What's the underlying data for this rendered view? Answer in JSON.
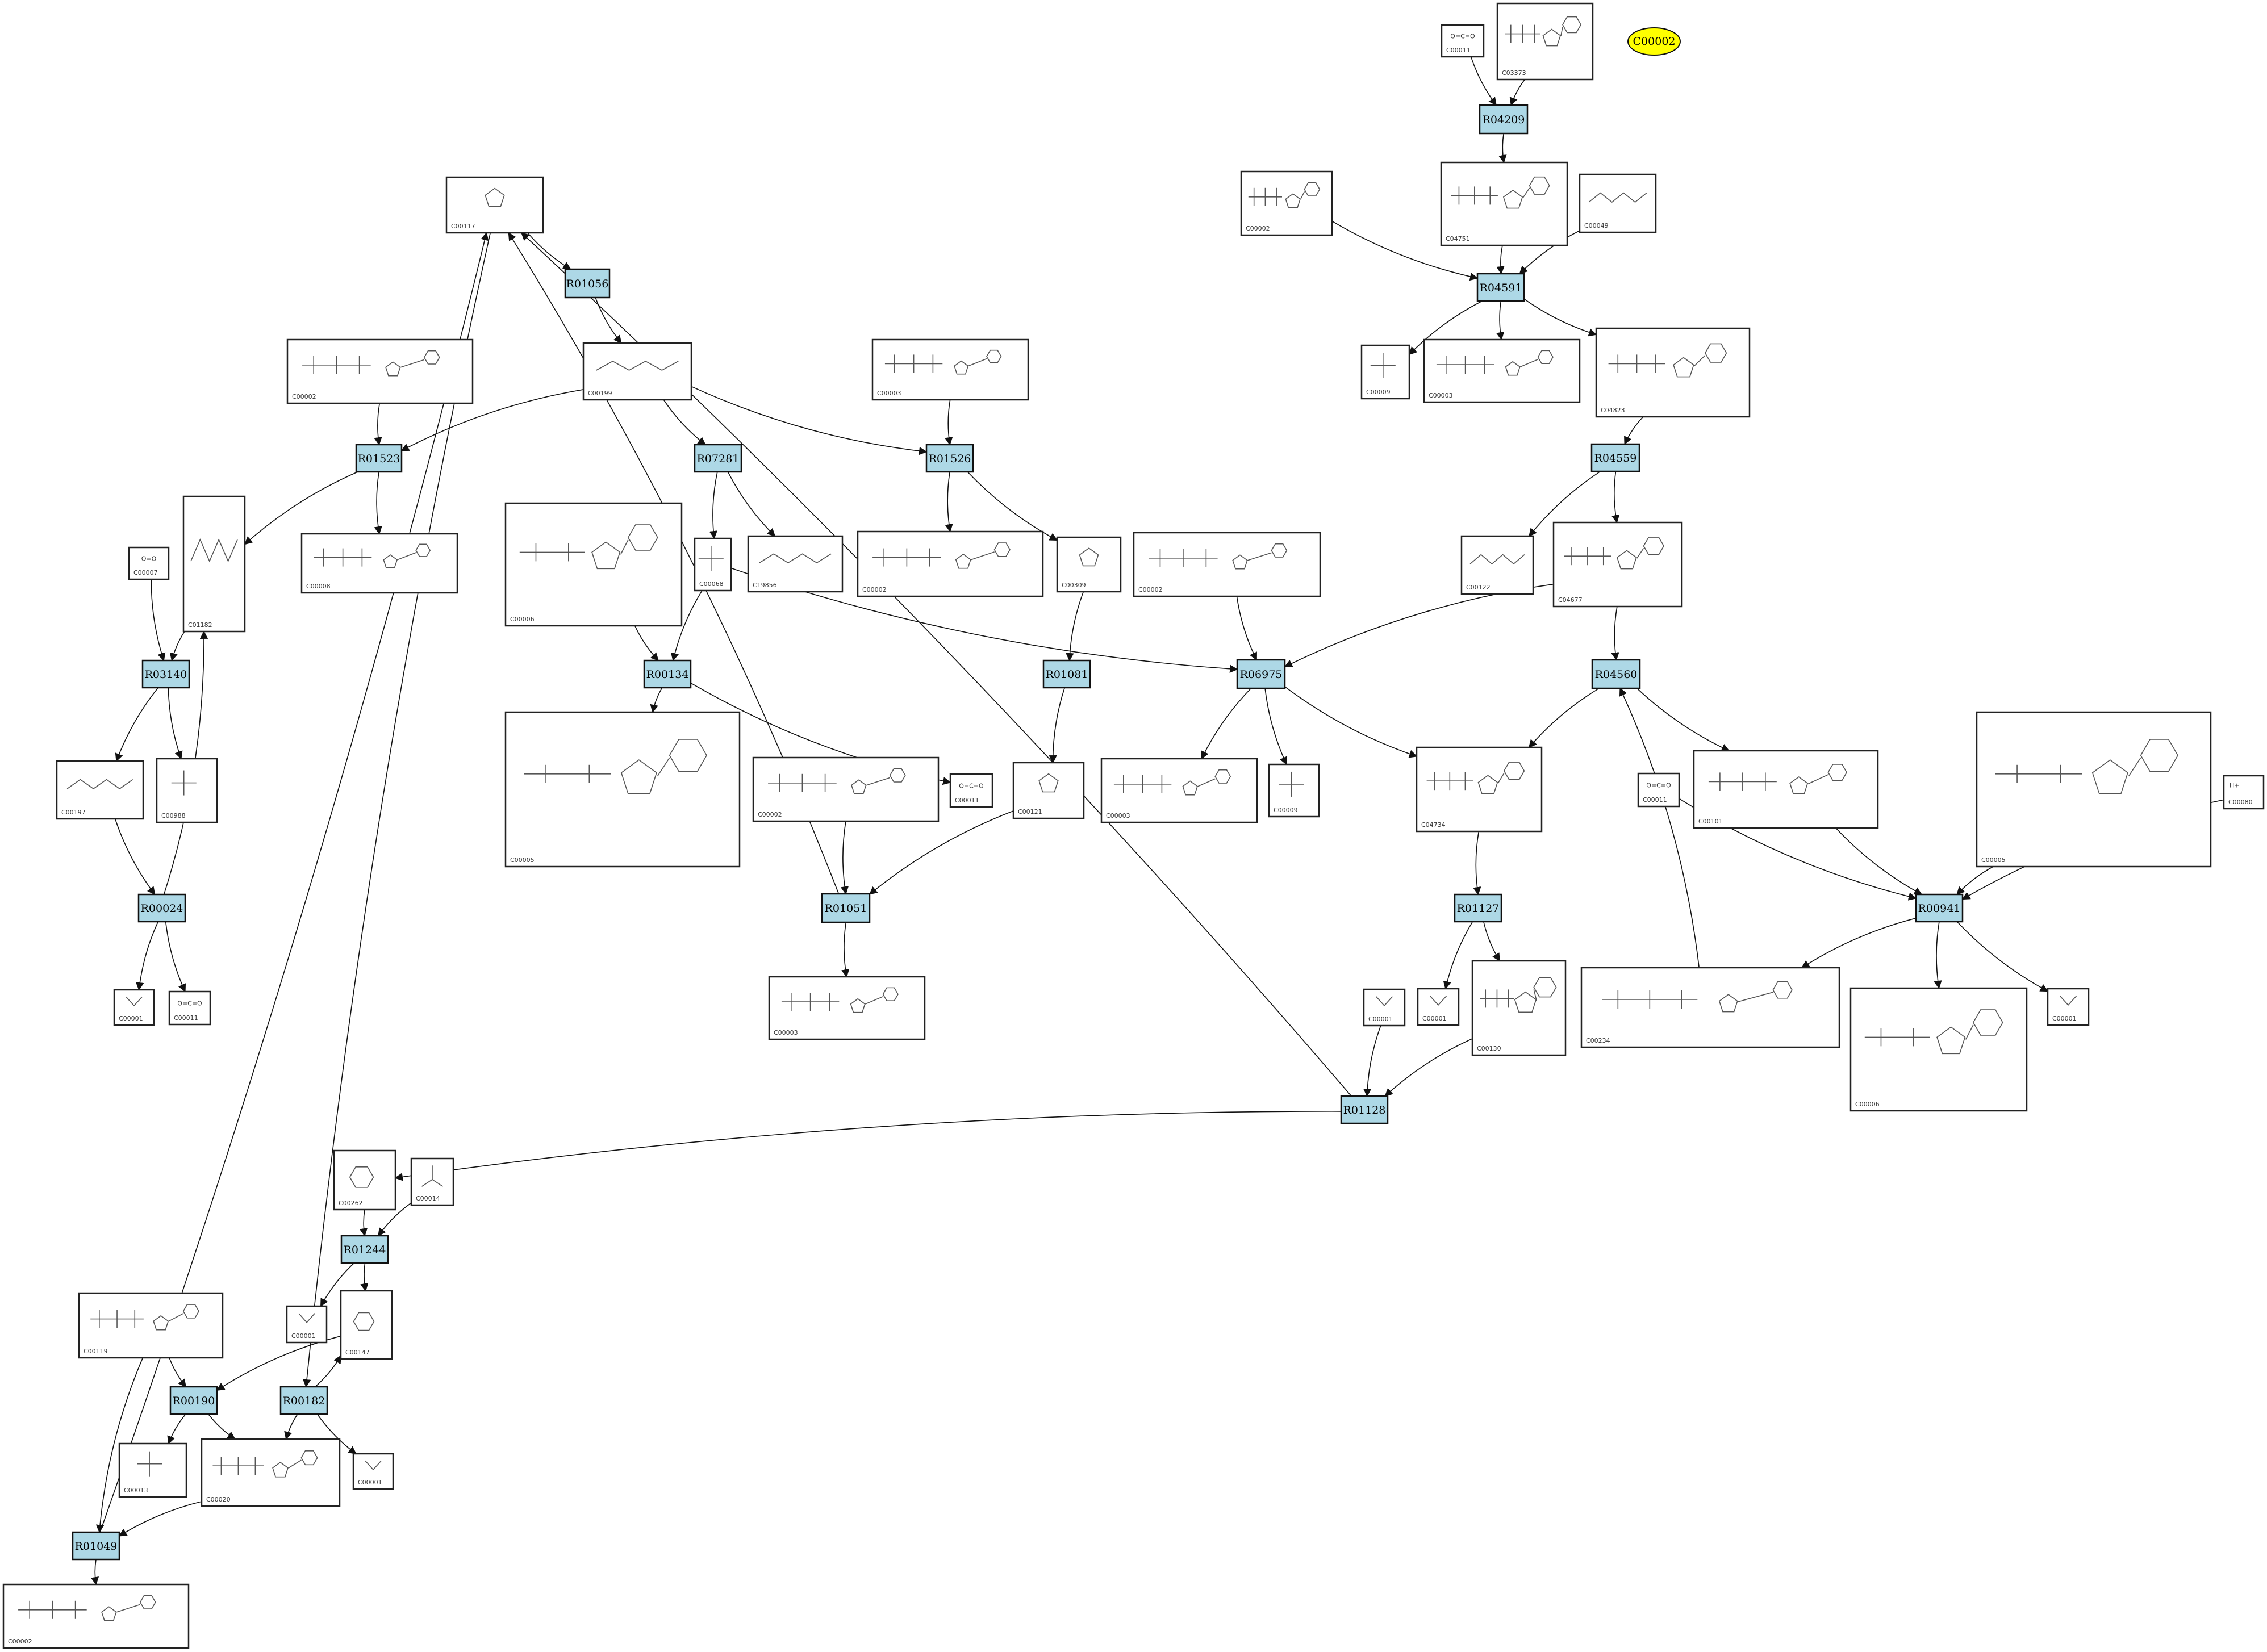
{
  "highlight": {
    "label": "C00002",
    "color": "#ffff00"
  },
  "colors": {
    "reaction_fill": "#add8e6",
    "compound_fill": "#ffffff",
    "edge": "#111111"
  },
  "compounds": [
    {
      "id": "c_C00011_a",
      "label": "C00011",
      "kind": "co2"
    },
    {
      "id": "c_C03373",
      "label": "C03373",
      "kind": "nuc"
    },
    {
      "id": "c_C00117",
      "label": "C00117",
      "kind": "sugar"
    },
    {
      "id": "c_C00002_a",
      "label": "C00002",
      "kind": "nuc"
    },
    {
      "id": "c_C04751",
      "label": "C04751",
      "kind": "nuc"
    },
    {
      "id": "c_C00049",
      "label": "C00049",
      "kind": "acid"
    },
    {
      "id": "c_C00199",
      "label": "C00199",
      "kind": "chain"
    },
    {
      "id": "c_C00002_b",
      "label": "C00002",
      "kind": "nuc"
    },
    {
      "id": "c_C00003_a",
      "label": "C00003",
      "kind": "nuc"
    },
    {
      "id": "c_C00009_a",
      "label": "C00009",
      "kind": "small"
    },
    {
      "id": "c_C00003_b",
      "label": "C00003",
      "kind": "nuc"
    },
    {
      "id": "c_C04823",
      "label": "C04823",
      "kind": "nuc"
    },
    {
      "id": "c_C01182",
      "label": "C01182",
      "kind": "chain"
    },
    {
      "id": "c_C00007",
      "label": "C00007",
      "kind": "o2"
    },
    {
      "id": "c_C00008_a",
      "label": "C00008",
      "kind": "nuc"
    },
    {
      "id": "c_C00006_a",
      "label": "C00006",
      "kind": "big"
    },
    {
      "id": "c_C00068",
      "label": "C00068",
      "kind": "small"
    },
    {
      "id": "c_C19856",
      "label": "C19856",
      "kind": "chain"
    },
    {
      "id": "c_C00002_c",
      "label": "C00002",
      "kind": "nuc"
    },
    {
      "id": "c_C00309",
      "label": "C00309",
      "kind": "sugar"
    },
    {
      "id": "c_C00002_d",
      "label": "C00002",
      "kind": "nuc"
    },
    {
      "id": "c_C00122",
      "label": "C00122",
      "kind": "acid"
    },
    {
      "id": "c_C04677",
      "label": "C04677",
      "kind": "nuc"
    },
    {
      "id": "c_C00197",
      "label": "C00197",
      "kind": "acid"
    },
    {
      "id": "c_C00988",
      "label": "C00988",
      "kind": "small"
    },
    {
      "id": "c_C00005_a",
      "label": "C00005",
      "kind": "big"
    },
    {
      "id": "c_C00011_b",
      "label": "C00011",
      "kind": "co2"
    },
    {
      "id": "c_C00002_e",
      "label": "C00002",
      "kind": "nuc"
    },
    {
      "id": "c_C00121",
      "label": "C00121",
      "kind": "sugar"
    },
    {
      "id": "c_C00003_c",
      "label": "C00003",
      "kind": "nuc"
    },
    {
      "id": "c_C00009_b",
      "label": "C00009",
      "kind": "small"
    },
    {
      "id": "c_C04734",
      "label": "C04734",
      "kind": "nuc"
    },
    {
      "id": "c_C00011_c",
      "label": "C00011",
      "kind": "co2"
    },
    {
      "id": "c_C00101",
      "label": "C00101",
      "kind": "folate"
    },
    {
      "id": "c_C00005_b",
      "label": "C00005",
      "kind": "big"
    },
    {
      "id": "c_C00080",
      "label": "C00080",
      "kind": "hplus",
      "text": "H+"
    },
    {
      "id": "c_C00001_a",
      "label": "C00001",
      "kind": "water"
    },
    {
      "id": "c_C00011_d",
      "label": "C00011",
      "kind": "co2"
    },
    {
      "id": "c_C00003_d",
      "label": "C00003",
      "kind": "nuc"
    },
    {
      "id": "c_C00001_b",
      "label": "C00001",
      "kind": "water"
    },
    {
      "id": "c_C00001_c",
      "label": "C00001",
      "kind": "water"
    },
    {
      "id": "c_C00130",
      "label": "C00130",
      "kind": "nuc"
    },
    {
      "id": "c_C00234",
      "label": "C00234",
      "kind": "folate"
    },
    {
      "id": "c_C00006_b",
      "label": "C00006",
      "kind": "big"
    },
    {
      "id": "c_C00001_d",
      "label": "C00001",
      "kind": "water"
    },
    {
      "id": "c_C00262",
      "label": "C00262",
      "kind": "base"
    },
    {
      "id": "c_C00014",
      "label": "C00014",
      "kind": "nh3"
    },
    {
      "id": "c_C00119",
      "label": "C00119",
      "kind": "nuc"
    },
    {
      "id": "c_C00001_e",
      "label": "C00001",
      "kind": "water"
    },
    {
      "id": "c_C00147",
      "label": "C00147",
      "kind": "base"
    },
    {
      "id": "c_C00013",
      "label": "C00013",
      "kind": "small"
    },
    {
      "id": "c_C00020",
      "label": "C00020",
      "kind": "nuc"
    },
    {
      "id": "c_C00001_f",
      "label": "C00001",
      "kind": "water"
    },
    {
      "id": "c_C00002_f",
      "label": "C00002",
      "kind": "nuc"
    }
  ],
  "reactions": [
    {
      "id": "r_R04209",
      "label": "R04209"
    },
    {
      "id": "r_R01056",
      "label": "R01056"
    },
    {
      "id": "r_R04591",
      "label": "R04591"
    },
    {
      "id": "r_R01523",
      "label": "R01523"
    },
    {
      "id": "r_R07281",
      "label": "R07281"
    },
    {
      "id": "r_R01526",
      "label": "R01526"
    },
    {
      "id": "r_R04559",
      "label": "R04559"
    },
    {
      "id": "r_R03140",
      "label": "R03140"
    },
    {
      "id": "r_R00134",
      "label": "R00134"
    },
    {
      "id": "r_R01081",
      "label": "R01081"
    },
    {
      "id": "r_R06975",
      "label": "R06975"
    },
    {
      "id": "r_R04560",
      "label": "R04560"
    },
    {
      "id": "r_R00024",
      "label": "R00024"
    },
    {
      "id": "r_R01051",
      "label": "R01051"
    },
    {
      "id": "r_R01127",
      "label": "R01127"
    },
    {
      "id": "r_R00941",
      "label": "R00941"
    },
    {
      "id": "r_R01128",
      "label": "R01128"
    },
    {
      "id": "r_R01244",
      "label": "R01244"
    },
    {
      "id": "r_R00190",
      "label": "R00190"
    },
    {
      "id": "r_R00182",
      "label": "R00182"
    },
    {
      "id": "r_R01049",
      "label": "R01049"
    }
  ],
  "edges": [
    [
      "c_C00011_a",
      "r_R04209"
    ],
    [
      "c_C03373",
      "r_R04209"
    ],
    [
      "r_R04209",
      "c_C04751"
    ],
    [
      "c_C04751",
      "r_R04591"
    ],
    [
      "c_C00002_a",
      "r_R04591"
    ],
    [
      "c_C00049",
      "r_R04591"
    ],
    [
      "r_R04591",
      "c_C00009_a"
    ],
    [
      "r_R04591",
      "c_C00003_b"
    ],
    [
      "r_R04591",
      "c_C04823"
    ],
    [
      "c_C04823",
      "r_R04559"
    ],
    [
      "r_R04559",
      "c_C00122"
    ],
    [
      "r_R04559",
      "c_C04677"
    ],
    [
      "c_C04677",
      "r_R04560"
    ],
    [
      "c_C04677",
      "r_R06975"
    ],
    [
      "r_R04560",
      "c_C04734"
    ],
    [
      "r_R04560",
      "c_C00101"
    ],
    [
      "c_C00117",
      "r_R01056"
    ],
    [
      "r_R01056",
      "c_C00199"
    ],
    [
      "c_C00199",
      "r_R01523"
    ],
    [
      "c_C00199",
      "r_R07281"
    ],
    [
      "c_C00199",
      "r_R01526"
    ],
    [
      "c_C00002_b",
      "r_R01523"
    ],
    [
      "r_R01523",
      "c_C00008_a"
    ],
    [
      "r_R01523",
      "c_C01182"
    ],
    [
      "r_R07281",
      "c_C19856"
    ],
    [
      "r_R07281",
      "c_C00068"
    ],
    [
      "c_C00003_a",
      "r_R01526"
    ],
    [
      "r_R01526",
      "c_C00002_c"
    ],
    [
      "r_R01526",
      "c_C00309"
    ],
    [
      "c_C00309",
      "r_R01081"
    ],
    [
      "r_R01081",
      "c_C00121"
    ],
    [
      "c_C00068",
      "r_R06975"
    ],
    [
      "c_C00002_d",
      "r_R06975"
    ],
    [
      "r_R06975",
      "c_C00003_c"
    ],
    [
      "r_R06975",
      "c_C00009_b"
    ],
    [
      "r_R06975",
      "c_C04734"
    ],
    [
      "c_C00006_a",
      "r_R00134"
    ],
    [
      "c_C00068",
      "r_R00134"
    ],
    [
      "r_R00134",
      "c_C00005_a"
    ],
    [
      "r_R00134",
      "c_C00011_b"
    ],
    [
      "c_C01182",
      "r_R03140"
    ],
    [
      "c_C00007",
      "r_R03140"
    ],
    [
      "r_R03140",
      "c_C00197"
    ],
    [
      "r_R03140",
      "c_C00988"
    ],
    [
      "c_C00197",
      "r_R00024"
    ],
    [
      "r_R00024",
      "c_C01182"
    ],
    [
      "r_R00024",
      "c_C00001_a"
    ],
    [
      "r_R00024",
      "c_C00011_d"
    ],
    [
      "c_C00002_e",
      "r_R01051"
    ],
    [
      "c_C00121",
      "r_R01051"
    ],
    [
      "r_R01051",
      "c_C00003_d"
    ],
    [
      "r_R01051",
      "c_C00117"
    ],
    [
      "c_C04734",
      "r_R01127"
    ],
    [
      "r_R01127",
      "c_C00001_b"
    ],
    [
      "r_R01127",
      "c_C00130"
    ],
    [
      "c_C00101",
      "r_R00941"
    ],
    [
      "c_C00005_b",
      "r_R00941"
    ],
    [
      "c_C00080",
      "r_R00941"
    ],
    [
      "c_C00011_c",
      "r_R00941"
    ],
    [
      "r_R00941",
      "c_C00234"
    ],
    [
      "r_R00941",
      "c_C00006_b"
    ],
    [
      "r_R00941",
      "c_C00001_d"
    ],
    [
      "c_C00234",
      "r_R04560"
    ],
    [
      "c_C00130",
      "r_R01128"
    ],
    [
      "c_C00001_c",
      "r_R01128"
    ],
    [
      "r_R01128",
      "c_C00117"
    ],
    [
      "r_R01128",
      "c_C00262"
    ],
    [
      "c_C00262",
      "r_R01244"
    ],
    [
      "c_C00014",
      "r_R01244"
    ],
    [
      "r_R01244",
      "c_C00001_e"
    ],
    [
      "r_R01244",
      "c_C00147"
    ],
    [
      "c_C00147",
      "r_R00190"
    ],
    [
      "c_C00119",
      "r_R00190"
    ],
    [
      "r_R00190",
      "c_C00013"
    ],
    [
      "r_R00190",
      "c_C00020"
    ],
    [
      "c_C00117",
      "r_R00182"
    ],
    [
      "r_R00182",
      "c_C00147"
    ],
    [
      "r_R00182",
      "c_C00020"
    ],
    [
      "r_R00182",
      "c_C00001_f"
    ],
    [
      "c_C00119",
      "r_R01049"
    ],
    [
      "c_C00020",
      "r_R01049"
    ],
    [
      "r_R01049",
      "c_C00002_f"
    ],
    [
      "r_R01049",
      "c_C00117"
    ]
  ]
}
